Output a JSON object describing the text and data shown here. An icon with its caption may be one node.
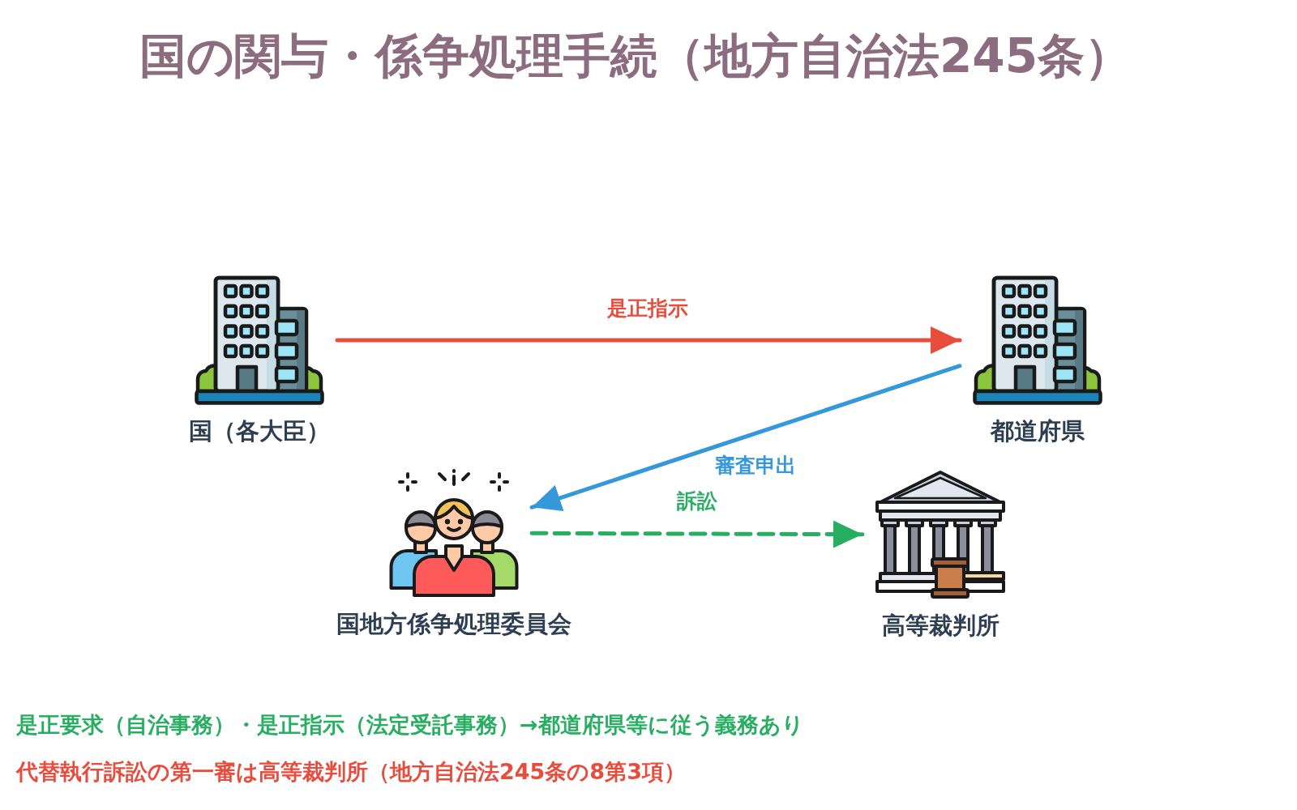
{
  "diagram": {
    "title": "国の関与・係争処理手続（地方自治法245条）",
    "nodes": [
      {
        "text": [
          "国（各大臣）"
        ]
      },
      {
        "text": [
          "都道府県"
        ]
      },
      {
        "text": [
          "国地方係争処理委員会"
        ]
      },
      {
        "text": [
          "高等裁判所"
        ]
      }
    ],
    "edges": [
      {
        "from": 0,
        "to": 1,
        "arrow": "to",
        "label": "是正指示",
        "color": "#e74c3c"
      },
      {
        "from": 1,
        "to": 2,
        "arrow": "to",
        "label": "審査申出",
        "color": "#3498db"
      },
      {
        "from": 2,
        "to": 3,
        "arrow": "to",
        "label": "訴訟",
        "style": "dashed",
        "color": "#27ae60"
      }
    ],
    "labels": [
      "是正要求（自治事務）・是正指示（法定受託事務）→都道府県等に従う義務あり",
      "代替執行訴訟の第一審は高等裁判所（地方自治法245条の8第3項）"
    ]
  }
}
